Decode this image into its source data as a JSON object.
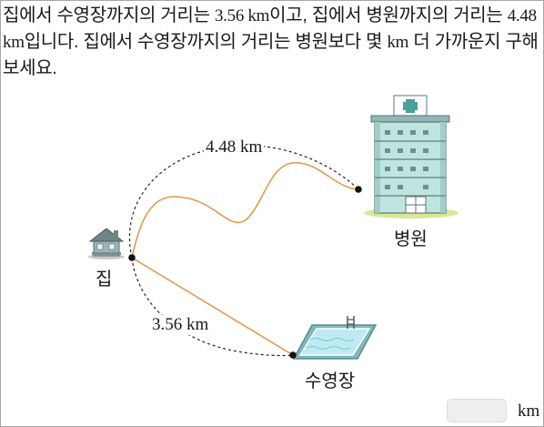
{
  "problem": {
    "seg1": "집에서 수영장까지의 거리는 ",
    "dist_pool": "3.56 km",
    "seg2": "이고, 집에서 병원까지의 거리는 ",
    "dist_hospital": "4.48 km",
    "seg3": "입니다. 집에서 수영장까지의 거리는 병원보다 몇 ",
    "unit_inline": "km",
    "seg4": " 더 가까운지 구해 보세요."
  },
  "figure": {
    "home_label": "집",
    "hospital_label": "병원",
    "pool_label": "수영장",
    "hospital_distance_label": "4.48 km",
    "pool_distance_label": "3.56 km",
    "colors": {
      "route": "#e39a4a",
      "arc": "#222222",
      "building": "#bfe6de",
      "pool_water": "#a9dde8"
    },
    "icons": [
      "house-icon",
      "hospital-building-icon",
      "swimming-pool-icon"
    ]
  },
  "answer": {
    "value": "",
    "placeholder": "",
    "unit": "km"
  }
}
